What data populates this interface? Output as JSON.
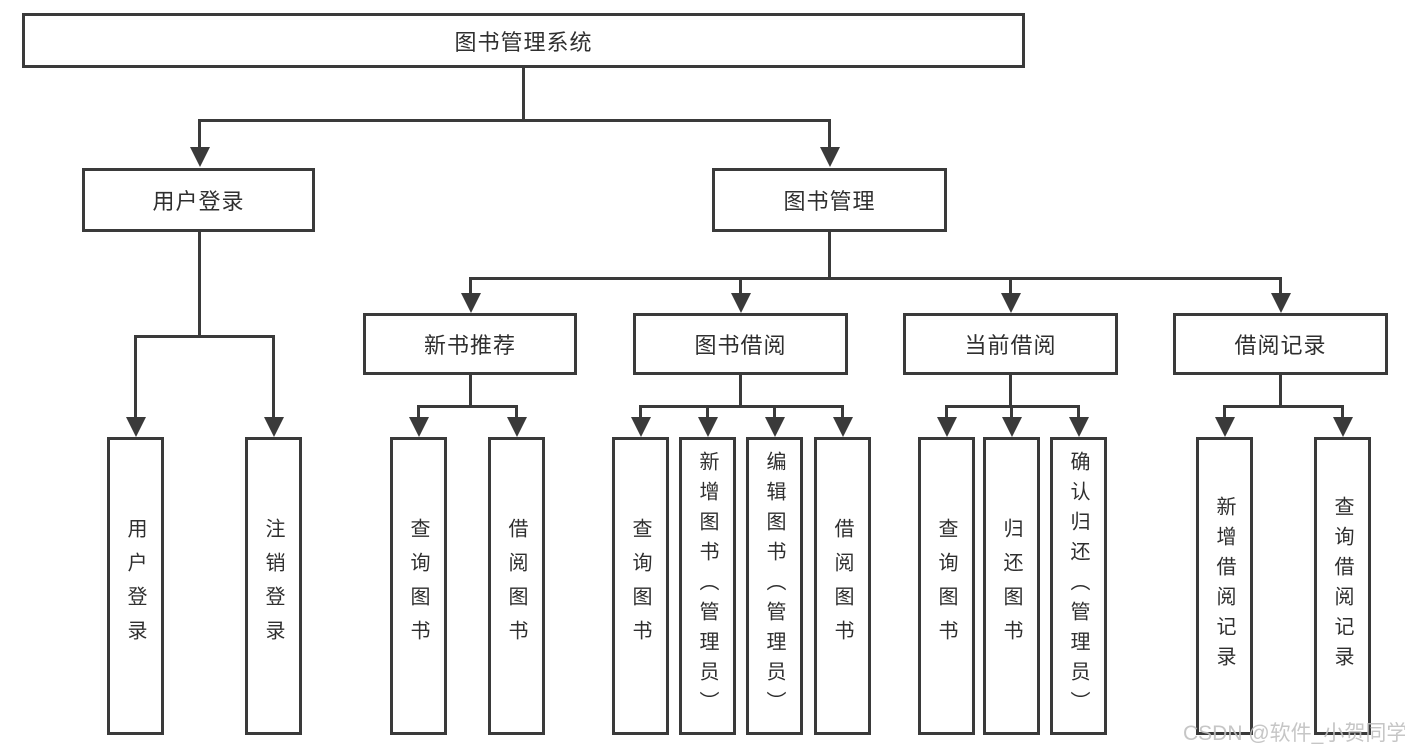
{
  "diagram": {
    "root": {
      "label": "图书管理系统"
    },
    "branches": [
      {
        "label": "用户登录",
        "children": [
          {
            "label": "用户登录"
          },
          {
            "label": "注销登录"
          }
        ]
      },
      {
        "label": "图书管理",
        "children": [
          {
            "label": "新书推荐",
            "children": [
              {
                "label": "查询图书"
              },
              {
                "label": "借阅图书"
              }
            ]
          },
          {
            "label": "图书借阅",
            "children": [
              {
                "label": "查询图书"
              },
              {
                "label": "新增图书（管理员）"
              },
              {
                "label": "编辑图书（管理员）"
              },
              {
                "label": "借阅图书"
              }
            ]
          },
          {
            "label": "当前借阅",
            "children": [
              {
                "label": "查询图书"
              },
              {
                "label": "归还图书"
              },
              {
                "label": "确认归还（管理员）"
              }
            ]
          },
          {
            "label": "借阅记录",
            "children": [
              {
                "label": "新增借阅记录"
              },
              {
                "label": "查询借阅记录"
              }
            ]
          }
        ]
      }
    ]
  },
  "watermark": {
    "text": "CSDN @软件_小贺同学"
  },
  "colors": {
    "line": "#3a3a3a",
    "text": "#2f2f2f",
    "watermark": "#c0c0c0",
    "background": "#ffffff"
  }
}
